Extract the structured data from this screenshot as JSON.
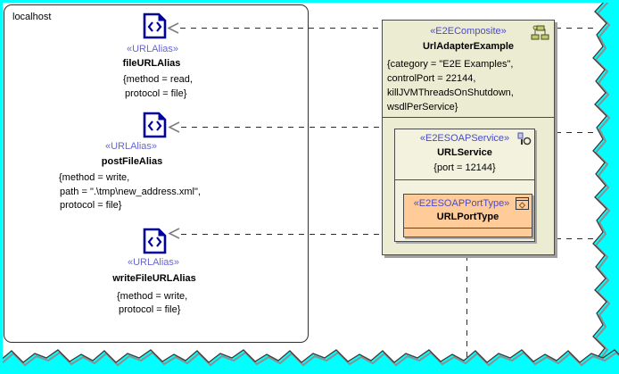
{
  "frame": {
    "localhost_label": "localhost"
  },
  "aliases": [
    {
      "stereotype": "«URLAlias»",
      "name": "fileURLAlias",
      "tags": [
        "{method = read,",
        "protocol = file}"
      ]
    },
    {
      "stereotype": "«URLAlias»",
      "name": "postFileAlias",
      "tags": [
        "{method = write,",
        "path = \".\\tmp\\new_address.xml\",",
        "protocol = file}"
      ]
    },
    {
      "stereotype": "«URLAlias»",
      "name": "writeFileURLAlias",
      "tags": [
        "{method = write,",
        "protocol = file}"
      ]
    }
  ],
  "composite": {
    "stereotype": "«E2EComposite»",
    "name": "UrlAdapterExample",
    "tags": [
      "{category = \"E2E Examples\",",
      "controlPort = 22144,",
      "killJVMThreadsOnShutdown,",
      "wsdlPerService}"
    ],
    "service": {
      "stereotype": "«E2ESOAPService»",
      "name": "URLService",
      "tags": [
        "{port = 12144}"
      ],
      "porttype": {
        "stereotype": "«E2ESOAPPortType»",
        "name": "URLPortType"
      }
    }
  },
  "colors": {
    "accent_border": "#00FFFF",
    "stereotype_blue": "#4A4AC8",
    "alias_stereotype_blue": "#6666D4",
    "alias_icon_navy": "#000099",
    "composite_fill": "#ECECD2",
    "service_fill": "#F2F2DF",
    "porttype_fill": "#FFCC99",
    "shadow_gray": "#A0A0A0"
  }
}
